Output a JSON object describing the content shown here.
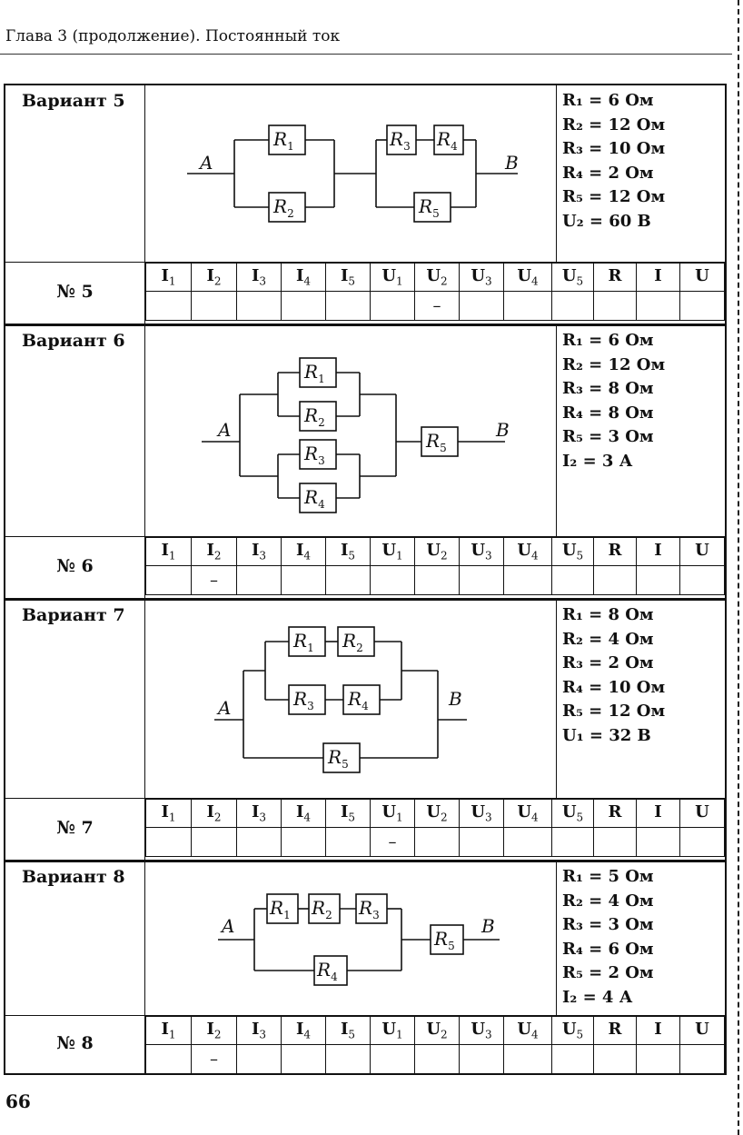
{
  "header": {
    "chapter": "Глава 3 (продолжение). Постоянный ток"
  },
  "page_number": "66",
  "table_headers": [
    "I",
    "I",
    "I",
    "I",
    "I",
    "U",
    "U",
    "U",
    "U",
    "U",
    "R",
    "I",
    "U"
  ],
  "table_subs": [
    "1",
    "2",
    "3",
    "4",
    "5",
    "1",
    "2",
    "3",
    "4",
    "5",
    "",
    "",
    ""
  ],
  "variants": [
    {
      "title": "Вариант 5",
      "number_label": "№ 5",
      "given": [
        "R₁ = 6 Ом",
        "R₂ = 12 Ом",
        "R₃ = 10 Ом",
        "R₄ = 2 Ом",
        "R₅ = 12 Ом",
        "U₂ = 60 В"
      ],
      "dash_column": 6,
      "node_a": "A",
      "node_b": "B",
      "resistors": [
        "R",
        "R",
        "R",
        "R",
        "R"
      ],
      "resistor_subs": [
        "1",
        "2",
        "3",
        "4",
        "5"
      ]
    },
    {
      "title": "Вариант 6",
      "number_label": "№ 6",
      "given": [
        "R₁ = 6 Ом",
        "R₂ = 12 Ом",
        "R₃ = 8 Ом",
        "R₄ = 8 Ом",
        "R₅ = 3 Ом",
        "I₂ = 3 А"
      ],
      "dash_column": 1,
      "node_a": "A",
      "node_b": "B",
      "resistors": [
        "R",
        "R",
        "R",
        "R",
        "R"
      ],
      "resistor_subs": [
        "1",
        "2",
        "3",
        "4",
        "5"
      ]
    },
    {
      "title": "Вариант 7",
      "number_label": "№ 7",
      "given": [
        "R₁ = 8 Ом",
        "R₂ = 4 Ом",
        "R₃ = 2 Ом",
        "R₄ = 10 Ом",
        "R₅ = 12 Ом",
        "U₁ = 32 В"
      ],
      "dash_column": 5,
      "node_a": "A",
      "node_b": "B",
      "resistors": [
        "R",
        "R",
        "R",
        "R",
        "R"
      ],
      "resistor_subs": [
        "1",
        "2",
        "3",
        "4",
        "5"
      ]
    },
    {
      "title": "Вариант 8",
      "number_label": "№ 8",
      "given": [
        "R₁ = 5 Ом",
        "R₂ = 4 Ом",
        "R₃ = 3 Ом",
        "R₄ = 6 Ом",
        "R₅ = 2 Ом",
        "I₂ = 4 А"
      ],
      "dash_column": 1,
      "node_a": "A",
      "node_b": "B",
      "resistors": [
        "R",
        "R",
        "R",
        "R",
        "R"
      ],
      "resistor_subs": [
        "1",
        "2",
        "3",
        "4",
        "5"
      ]
    }
  ],
  "dash_symbol": "–"
}
